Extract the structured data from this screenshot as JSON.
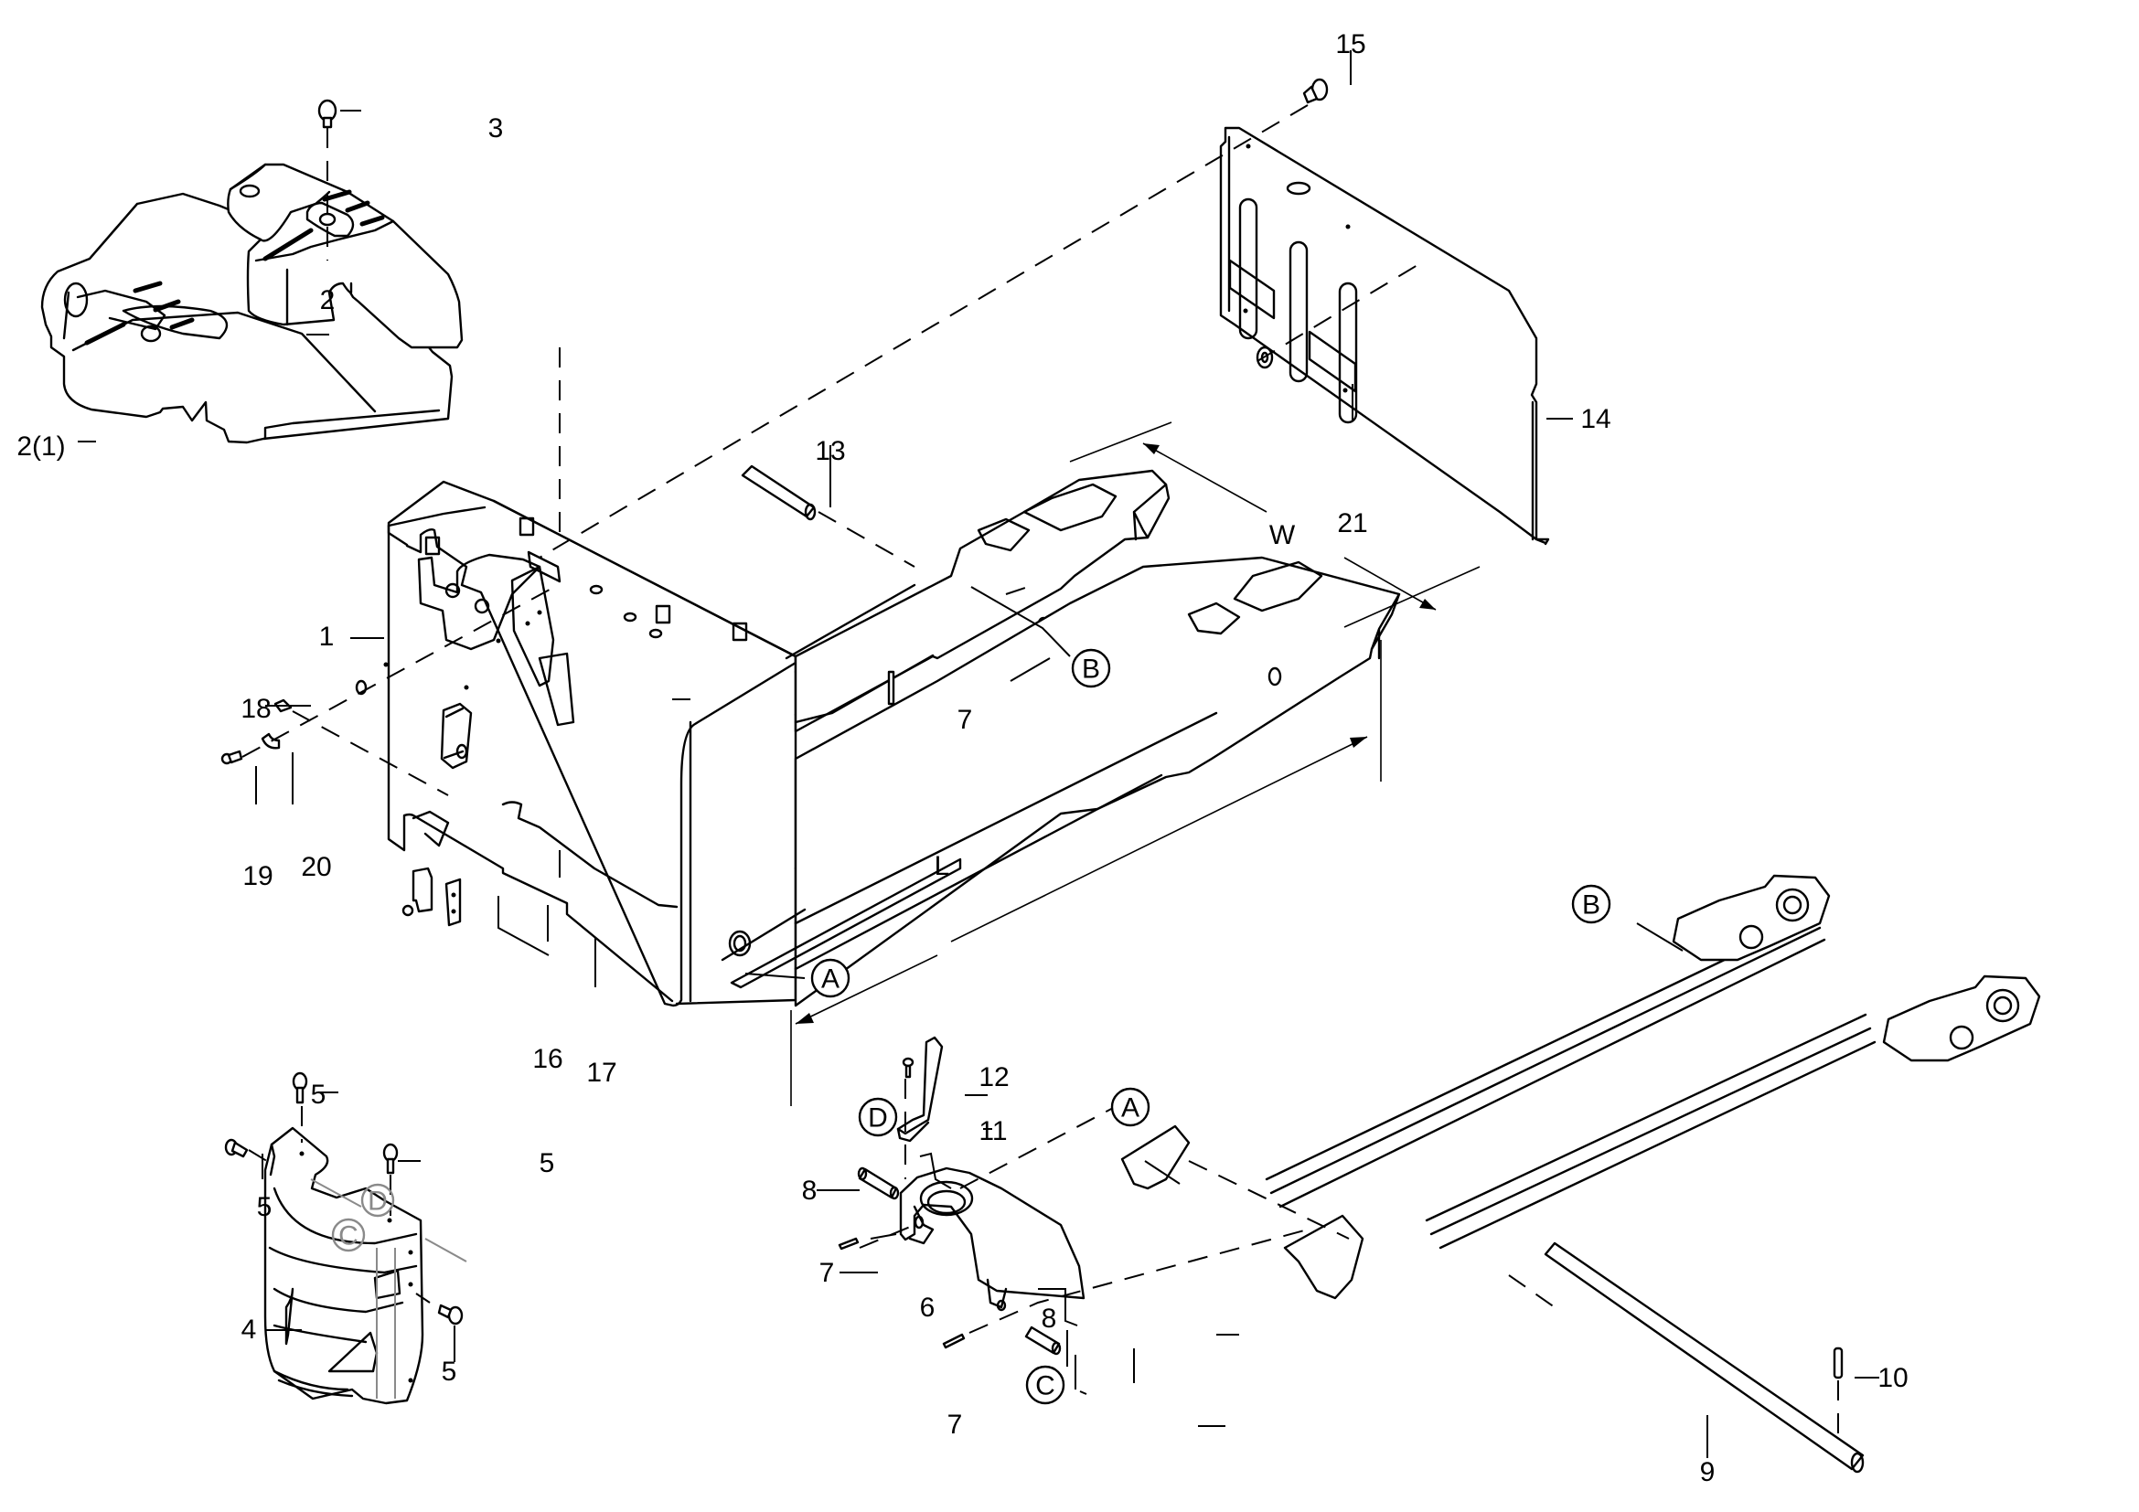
{
  "diagram": {
    "title": "Fork frame and linkage exploded parts view",
    "part_labels": {
      "p1": "1",
      "p2": "2",
      "p2_1": "2(1)",
      "p3": "3",
      "p4": "4",
      "p5a": "5",
      "p5b": "5",
      "p5c": "5",
      "p5d": "5",
      "p6": "6",
      "p7a": "7",
      "p7b": "7",
      "p7c": "7",
      "p8a": "8",
      "p8b": "8",
      "p9": "9",
      "p10": "10",
      "p11": "11",
      "p12": "12",
      "p13": "13",
      "p14": "14",
      "p15": "15",
      "p16": "16",
      "p17": "17",
      "p18": "18",
      "p19": "19",
      "p20": "20",
      "p21": "21"
    },
    "dimension_labels": {
      "width": "W",
      "length": "L"
    },
    "reference_callouts": {
      "a_frame": "A",
      "a_link": "A",
      "b_fork": "B",
      "b_roller": "B",
      "c_arm": "C",
      "d_arm": "D",
      "c_cover": "C",
      "d_cover": "D"
    }
  }
}
